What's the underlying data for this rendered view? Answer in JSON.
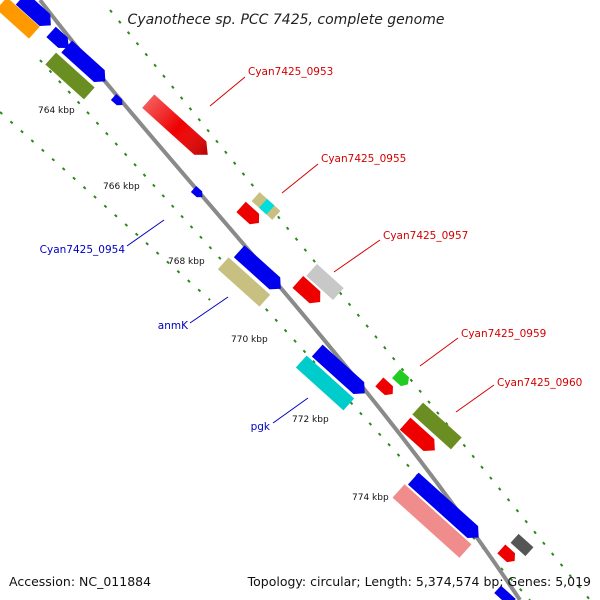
{
  "title": "Cyanothece sp. PCC 7425, complete genome",
  "footer": {
    "accession": "Accession: NC_011884",
    "summary": "Topology: circular; Length: 5,374,574 bp; Genes: 5,019"
  },
  "scale_labels": [
    "764 kbp",
    "766 kbp",
    "768 kbp",
    "770 kbp",
    "772 kbp",
    "774 kbp"
  ],
  "gene_labels": {
    "cyan0953": "Cyan7425_0953",
    "cyan0954": "Cyan7425_0954",
    "cyan0955": "Cyan7425_0955",
    "cyan0957": "Cyan7425_0957",
    "anmK": "anmK",
    "cyan0959": "Cyan7425_0959",
    "cyan0960": "Cyan7425_0960",
    "pgk": "pgk"
  },
  "colors": {
    "backbone": "#8a8a8a",
    "dotted_ring": "#2a8a1a",
    "red": "#ee0000",
    "blue": "#0000ee",
    "olive": "#6b8e23",
    "khaki": "#c8c080",
    "cyan": "#00cccc",
    "light_gray": "#c8c8c8",
    "dark_gray": "#555555",
    "pink": "#f08c8c",
    "green": "#22cc22",
    "orange": "#ff9900",
    "label_red": "#d40000",
    "label_blue": "#0000c0"
  }
}
